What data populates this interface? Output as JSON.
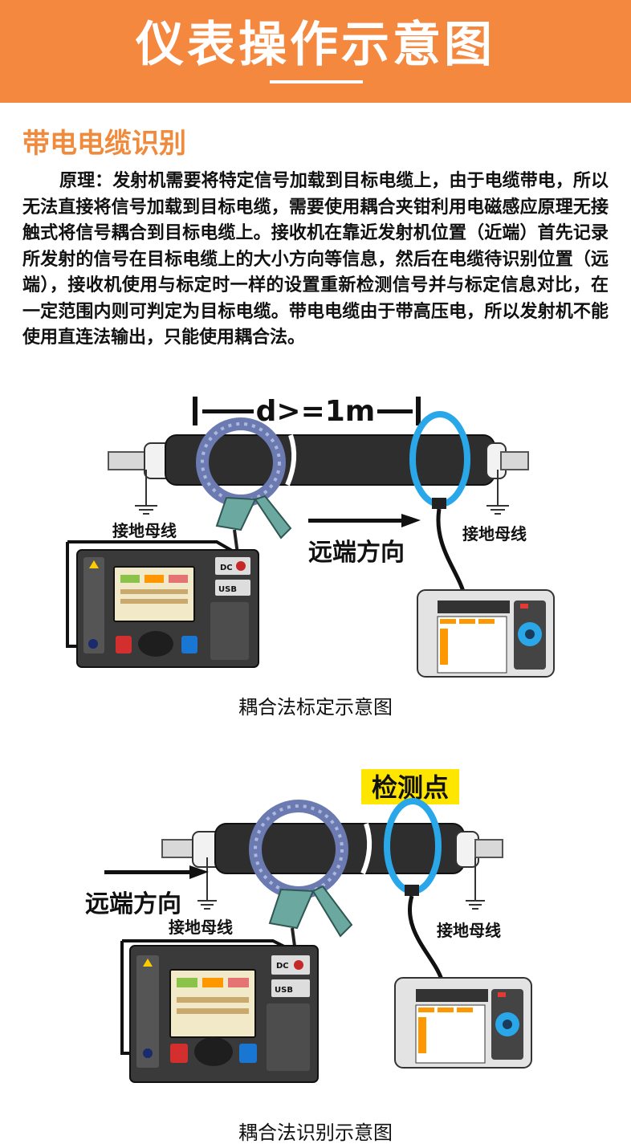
{
  "header": {
    "title": "仪表操作示意图"
  },
  "section": {
    "title": "带电电缆识别",
    "paragraph": "原理：发射机需要将特定信号加载到目标电缆上，由于电缆带电，所以无法直接将信号加载到目标电缆，需要使用耦合夹钳利用电磁感应原理无接触式将信号耦合到目标电缆上。接收机在靠近发射机位置（近端）首先记录所发射的信号在目标电缆上的大小方向等信息，然后在电缆待识别位置（远端），接收机使用与标定时一样的设置重新检测信号并与标定信息对比，在一定范围内则可判定为目标电缆。带电电缆由于带高压电，所以发射机不能使用直连法输出，只能使用耦合法。"
  },
  "diagram1": {
    "distance_label": "d>=1m",
    "ground_left": "接地母线",
    "ground_right": "接地母线",
    "direction": "远端方向",
    "dc_label": "DC",
    "usb_label": "USB",
    "caption": "耦合法标定示意图"
  },
  "diagram2": {
    "check_point": "检测点",
    "direction": "远端方向",
    "ground_left": "接地母线",
    "ground_right": "接地母线",
    "dc_label": "DC",
    "usb_label": "USB",
    "caption": "耦合法识别示意图"
  },
  "colors": {
    "header": "#f5883f",
    "section_title": "#f08a3c",
    "highlight": "#ffe600",
    "coil_blue": "#2aa7e8",
    "clamp_teal": "#6aa8a0"
  }
}
